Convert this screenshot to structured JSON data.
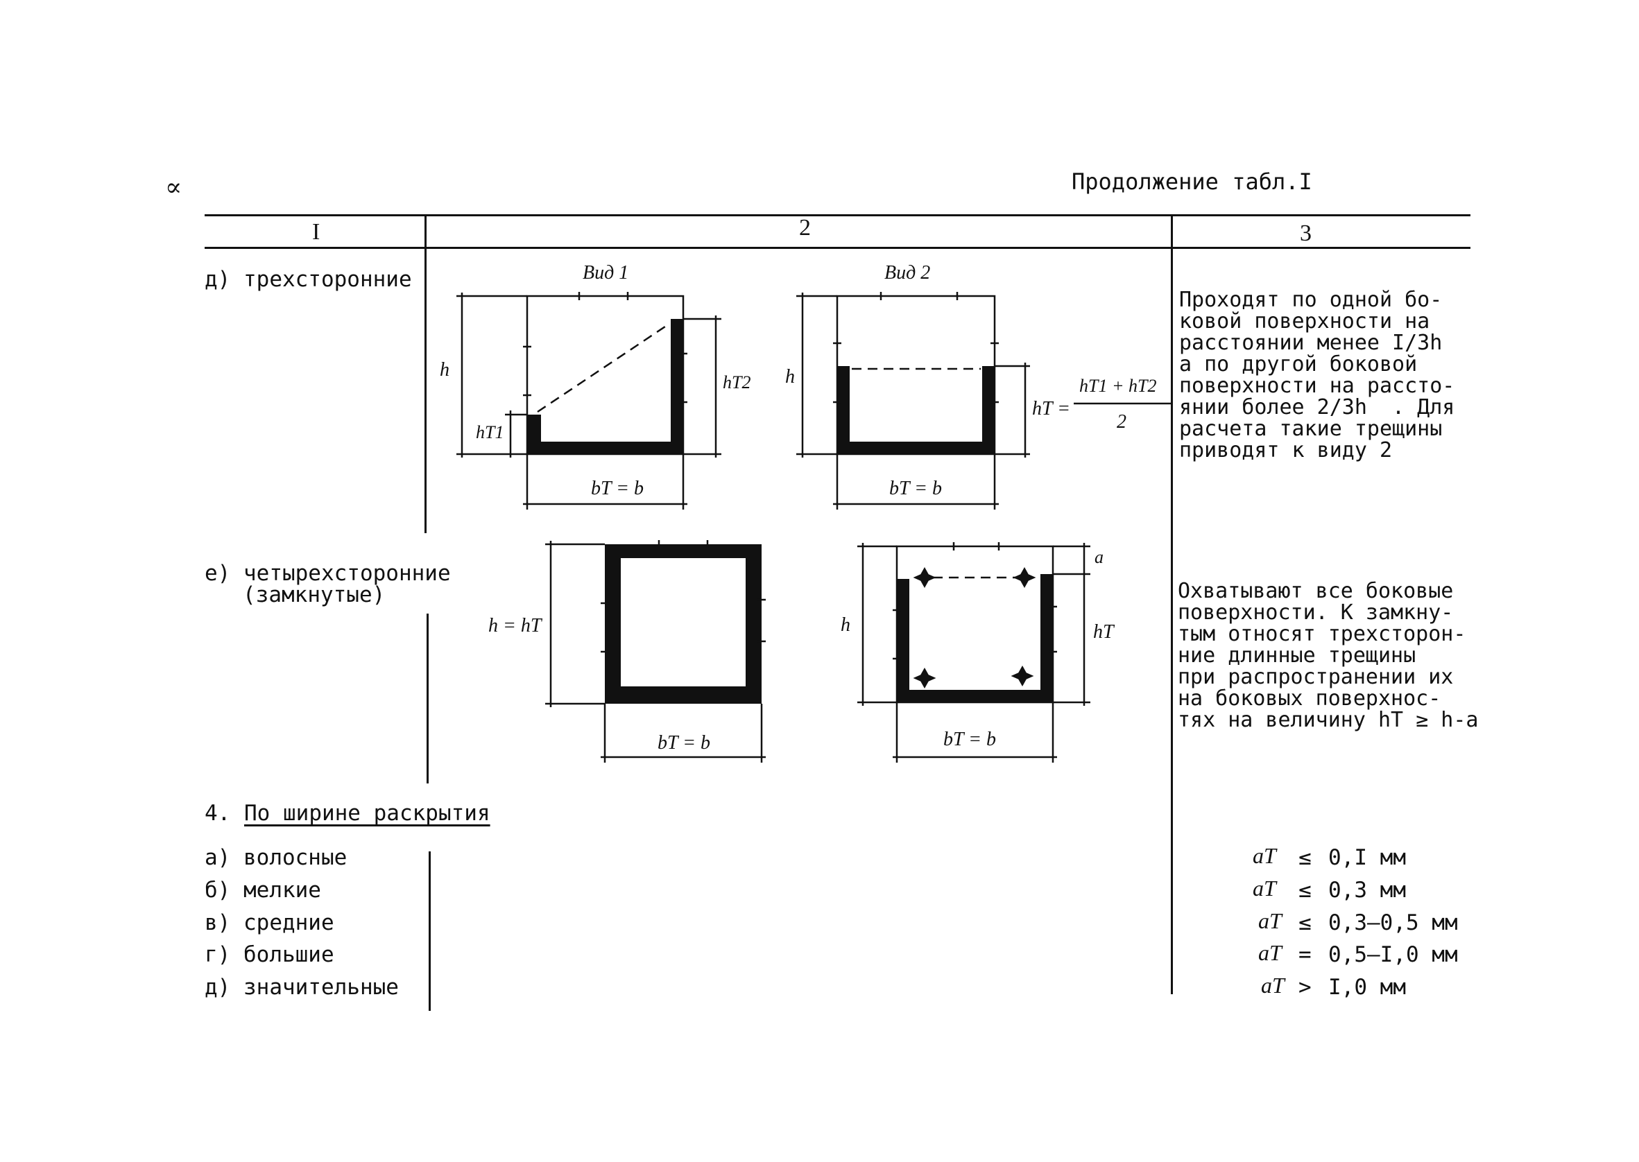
{
  "page_mark": "∝",
  "continuation_title": "Продолжение табл.I",
  "columns": [
    "I",
    "2",
    "3"
  ],
  "row_d": {
    "label": "д) трехсторонние",
    "view1_label": "Вид 1",
    "view2_label": "Вид 2",
    "dim_h": "h",
    "dim_hT1": "hT1",
    "dim_hT2": "hT2",
    "dim_bT_b": "bT = b",
    "formula_lhs": "hT =",
    "formula_num": "hT1 + hT2",
    "formula_den": "2",
    "description": [
      "Проходят по одной бо-",
      "ковой поверхности на",
      "расстоянии менее I/3h",
      "а по другой боковой",
      "поверхности на рассто-",
      "янии более 2/3h  . Для",
      "расчета такие трещины",
      "приводят к виду 2"
    ]
  },
  "row_e": {
    "label_line1": "е) четырехсторонние",
    "label_line2": "(замкнутые)",
    "dim_h_eq_hT": "h = hT",
    "dim_h": "h",
    "dim_hT": "hT",
    "dim_a": "a",
    "dim_bT_b": "bT = b",
    "description": [
      "Охватывают все боковые",
      "поверхности. К замкну-",
      "тым относят трехсторон-",
      "ние длинные трещины",
      "при распространении их",
      "на боковых поверхнос-",
      "тях на величину hT ≥ h-a"
    ]
  },
  "section4": {
    "number": "4.",
    "title": "По ширине раскрытия",
    "items": [
      {
        "label": "а) волосные",
        "symbol": "aT",
        "op": "≤",
        "value": "0,I мм"
      },
      {
        "label": "б) мелкие",
        "symbol": "aT",
        "op": "≤",
        "value": "0,3 мм"
      },
      {
        "label": "в) средние",
        "symbol": "aT",
        "op": "≤",
        "value": "0,3–0,5 мм"
      },
      {
        "label": "г) большие",
        "symbol": "aT",
        "op": "=",
        "value": "0,5–I,0 мм"
      },
      {
        "label": "д) значительные",
        "symbol": "aT",
        "op": ">",
        "value": "I,0 мм"
      }
    ]
  }
}
